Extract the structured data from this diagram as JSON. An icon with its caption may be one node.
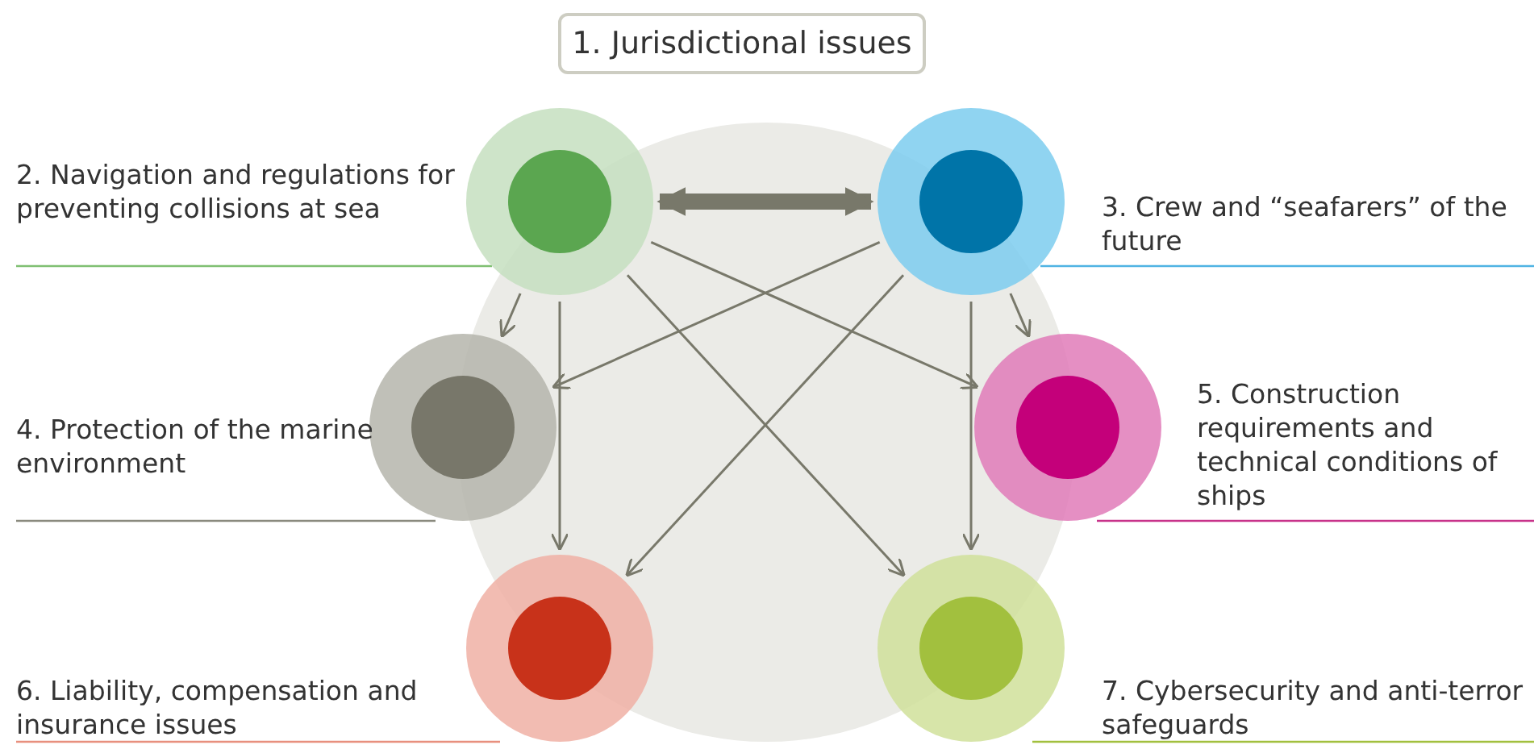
{
  "diagram": {
    "nodes": [
      {
        "text": [
          "1. Jurisdictional issues"
        ]
      },
      {
        "text": [],
        "shape": "circle",
        "beside": [
          "2. Navigation and regulations for preventing collisions at sea"
        ]
      },
      {
        "text": [],
        "shape": "circle",
        "beside": [
          "3. Crew and “seafarers” of the future"
        ]
      },
      {
        "text": [],
        "shape": "circle",
        "beside": [
          "4. Protection of the marine environment"
        ]
      },
      {
        "text": [],
        "shape": "circle",
        "beside": [
          "5. Construction requirements and technical conditions of ships"
        ]
      },
      {
        "text": [],
        "shape": "circle",
        "beside": [
          "6. Liability, compensation and insurance issues"
        ]
      },
      {
        "text": [],
        "shape": "circle",
        "beside": [
          "7. Cybersecurity and anti-terror safeguards"
        ]
      }
    ],
    "edges": [
      {
        "from": 1,
        "to": 2,
        "arrow": "both",
        "style": "thick"
      },
      {
        "from": 1,
        "to": 3,
        "arrow": "to"
      },
      {
        "from": 1,
        "to": 5,
        "arrow": "to"
      },
      {
        "from": 1,
        "to": 6,
        "arrow": "to"
      },
      {
        "from": 1,
        "to": 4,
        "arrow": "to"
      },
      {
        "from": 2,
        "to": 3,
        "arrow": "to"
      },
      {
        "from": 2,
        "to": 5,
        "arrow": "to"
      },
      {
        "from": 2,
        "to": 6,
        "arrow": "to"
      },
      {
        "from": 2,
        "to": 4,
        "arrow": "to"
      }
    ]
  }
}
